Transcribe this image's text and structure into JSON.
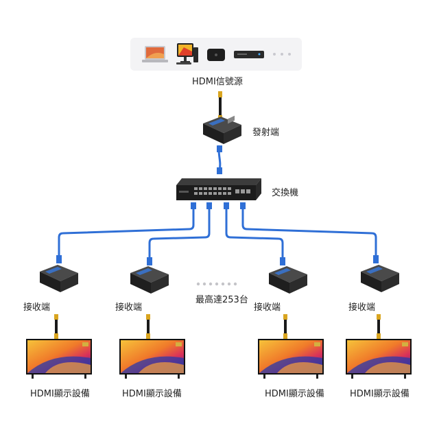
{
  "source": {
    "label": "HDMI信號源",
    "devices": [
      "laptop-icon",
      "desktop-computer-icon",
      "set-top-box-icon",
      "blu-ray-player-icon",
      "more-dots-icon"
    ]
  },
  "transmitter": {
    "label": "發射端"
  },
  "switch": {
    "label": "交換機"
  },
  "receivers": [
    {
      "label": "接收端"
    },
    {
      "label": "接收端"
    },
    {
      "label": "接收端"
    },
    {
      "label": "接收端"
    }
  ],
  "max_note": "最高達253台",
  "displays": [
    {
      "label": "HDMI顯示設備"
    },
    {
      "label": "HDMI顯示設備"
    },
    {
      "label": "HDMI顯示設備"
    },
    {
      "label": "HDMI顯示設備"
    }
  ],
  "colors": {
    "network_cable": "#2f6fd6",
    "hdmi_cable": "#1a1a1a",
    "device_body": "#2b2b2b"
  }
}
